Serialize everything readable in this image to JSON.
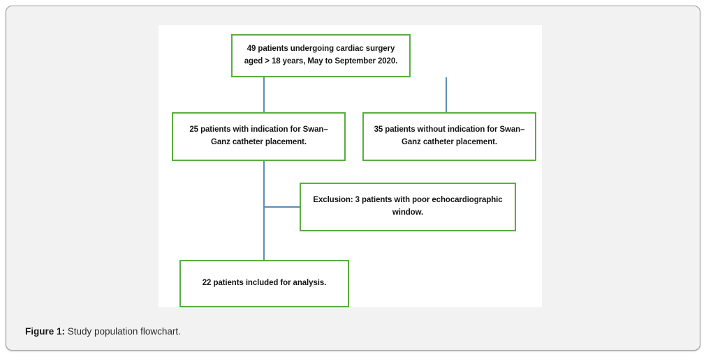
{
  "figure": {
    "caption_label": "Figure 1:",
    "caption_text": " Study population flowchart.",
    "accent_green": "#5aad3f",
    "connector_blue": "#5b8db8",
    "panel_background": "#ffffff",
    "card_background": "#f2f2f2"
  },
  "flowchart": {
    "type": "flowchart",
    "boxes": [
      {
        "id": "enrolled",
        "text": "49 patients undergoing cardiac surgery aged > 18 years, May to September 2020.",
        "count": 49
      },
      {
        "id": "indication",
        "text": "25 patients with indication for Swan–Ganz catheter placement.",
        "count": 25
      },
      {
        "id": "no-indication",
        "text": "35 patients without indication for Swan–Ganz catheter placement.",
        "count": 35
      },
      {
        "id": "exclusion",
        "text": "Exclusion: 3 patients with poor echocardiographic window.",
        "count": 3
      },
      {
        "id": "analysis",
        "text": "22 patients included for analysis.",
        "count": 22
      }
    ],
    "edges": [
      {
        "from": "enrolled",
        "to": "indication"
      },
      {
        "from": "enrolled",
        "to": "no-indication"
      },
      {
        "from": "indication",
        "to": "analysis"
      },
      {
        "from": "indication",
        "to": "exclusion"
      }
    ]
  }
}
